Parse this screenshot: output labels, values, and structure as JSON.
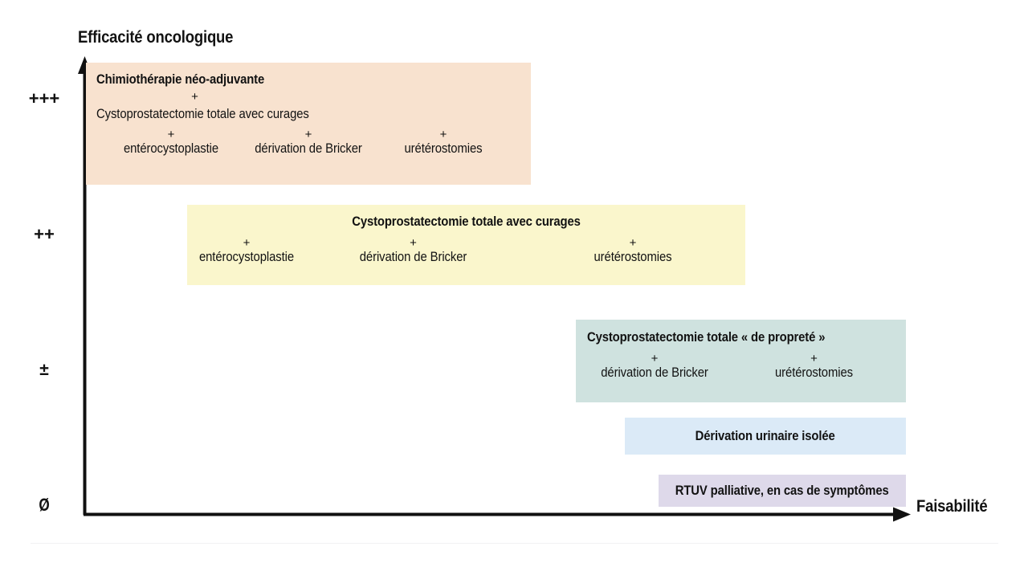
{
  "chart_data": {
    "type": "scatter",
    "title": "",
    "ylabel": "Efficacité oncologique",
    "xlabel": "Faisabilité",
    "grid": false,
    "legend_position": "none",
    "yticks": [
      "+++",
      "++",
      "±",
      "Ø"
    ],
    "xticks": [],
    "axis_style": "arrow",
    "note": "Qualitative 2-D positioning map of bladder-cancer treatment strategies: oncological efficacy (y) vs feasibility (x). Each labelled block spans a feasibility range at one efficacy level.",
    "items": [
      {
        "name": "chimiotherapie-neo-adjuvante",
        "efficacy": "+++",
        "feasibility_span": "low-to-mid",
        "color": "#f8e2cf",
        "headline": "Chimiothérapie néo-adjuvante",
        "plus": "+",
        "second_line": "Cystoprostatectomie totale avec curages",
        "options": [
          {
            "plus": "+",
            "label": "entérocystoplastie"
          },
          {
            "plus": "+",
            "label": "dérivation de Bricker"
          },
          {
            "plus": "+",
            "label": "urétérostomies"
          }
        ]
      },
      {
        "name": "cystoprostatectomie-totale-avec-curages",
        "efficacy": "++",
        "feasibility_span": "mid",
        "color": "#faf6cc",
        "headline": "Cystoprostatectomie totale avec curages",
        "options": [
          {
            "plus": "+",
            "label": "entérocystoplastie"
          },
          {
            "plus": "+",
            "label": "dérivation de Bricker"
          },
          {
            "plus": "+",
            "label": "urétérostomies"
          }
        ]
      },
      {
        "name": "cystoprostatectomie-de-proprete",
        "efficacy": "±",
        "feasibility_span": "high",
        "color": "#cfe2df",
        "headline": "Cystoprostatectomie totale « de propreté »",
        "options": [
          {
            "plus": "+",
            "label": "dérivation de Bricker"
          },
          {
            "plus": "+",
            "label": "urétérostomies"
          }
        ]
      },
      {
        "name": "derivation-urinaire-isolee",
        "efficacy": "low",
        "feasibility_span": "high",
        "color": "#dbeaf7",
        "headline": "Dérivation urinaire isolée",
        "options": []
      },
      {
        "name": "rtuv-palliative",
        "efficacy": "Ø",
        "feasibility_span": "highest",
        "color": "#ded9ea",
        "headline": "RTUV palliative, en cas de symptômes",
        "options": []
      }
    ]
  },
  "axes": {
    "y_title": "Efficacité oncologique",
    "x_title": "Faisabilité",
    "y_ticks": {
      "plus_plus_plus": "+++",
      "plus_plus": "++",
      "plus_minus": "±",
      "zero": "Ø"
    },
    "line_color": "#111111"
  },
  "boxes": {
    "neoadjuvant": {
      "headline": "Chimiothérapie néo-adjuvante",
      "plus_1": "+",
      "line_2": "Cystoprostatectomie totale avec curages",
      "col1_plus": "+",
      "col1_label": "entérocystoplastie",
      "col2_plus": "+",
      "col2_label": "dérivation de Bricker",
      "col3_plus": "+",
      "col3_label": "urétérostomies",
      "color": "#f8e2cf"
    },
    "cystoprostatectomy": {
      "headline": "Cystoprostatectomie totale avec curages",
      "col1_plus": "+",
      "col1_label": "entérocystoplastie",
      "col2_plus": "+",
      "col2_label": "dérivation de Bricker",
      "col3_plus": "+",
      "col3_label": "urétérostomies",
      "color": "#faf6cc"
    },
    "proprete": {
      "headline": "Cystoprostatectomie totale « de propreté »",
      "col1_plus": "+",
      "col1_label": "dérivation de Bricker",
      "col2_plus": "+",
      "col2_label": "urétérostomies",
      "color": "#cfe2df"
    },
    "derivation": {
      "headline": "Dérivation urinaire isolée",
      "color": "#dbeaf7"
    },
    "rtuv": {
      "headline": "RTUV palliative, en cas de symptômes",
      "color": "#ded9ea"
    }
  }
}
